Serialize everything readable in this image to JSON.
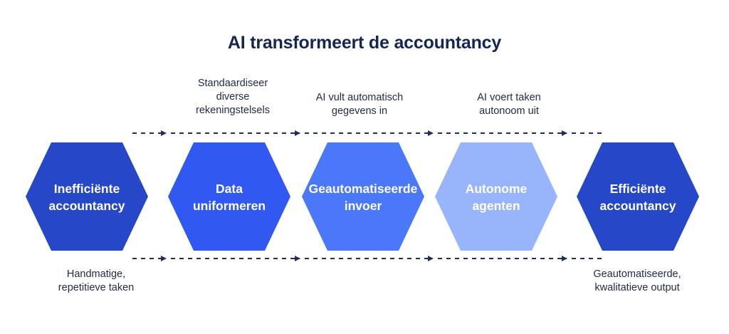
{
  "title": "AI transformeert de accountancy",
  "steps": [
    {
      "label": "Inefficiënte\naccountancy",
      "color": "#2747c9"
    },
    {
      "label": "Data\nuniformeren",
      "color": "#3159f2"
    },
    {
      "label": "Geautomatiseerde\ninvoer",
      "color": "#4a78f8"
    },
    {
      "label": "Autonome\nagenten",
      "color": "#98b4fb"
    },
    {
      "label": "Efficiënte\naccountancy",
      "color": "#2747c9"
    }
  ],
  "captions_top": [
    "Standaardiseer\ndiverse\nrekeningstelsels",
    "AI vult automatisch\ngegevens in",
    "AI voert taken\nautonoom uit"
  ],
  "captions_bottom": [
    "Handmatige,\nrepetitieve taken",
    "Geautomatiseerde,\nkwalitatieve output"
  ],
  "colors": {
    "arrow": "#1e2f5c",
    "title": "#172554"
  }
}
